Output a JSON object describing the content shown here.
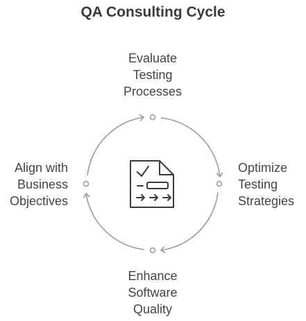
{
  "title": "QA Consulting Cycle",
  "stages": {
    "top": "Evaluate\nTesting\nProcesses",
    "right": "Optimize\nTesting\nStrategies",
    "bottom": "Enhance\nSoftware\nQuality",
    "left": "Align with\nBusiness\nObjectives"
  },
  "center_icon": "checklist-document-icon",
  "colors": {
    "stroke": "#9a9a9a",
    "icon": "#3a3a3a",
    "text": "#444444"
  }
}
